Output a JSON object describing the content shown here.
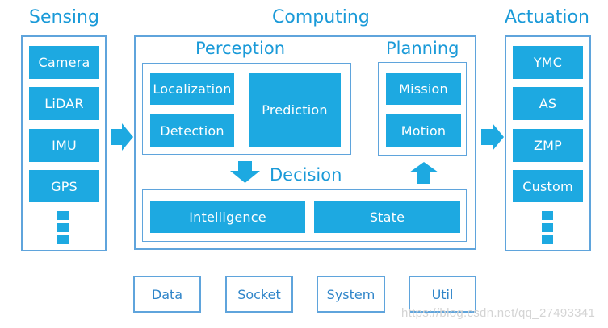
{
  "colors": {
    "block_fill": "#1da9e1",
    "frame_border": "#5fa4dc",
    "title_text": "#1a9ad8",
    "util_text": "#2f85c9",
    "watermark_text": "#d4d4d4"
  },
  "sensing": {
    "title": "Sensing",
    "items": [
      "Camera",
      "LiDAR",
      "IMU",
      "GPS"
    ],
    "more_indicator": "ellipsis-dots"
  },
  "computing": {
    "title": "Computing",
    "perception": {
      "title": "Perception",
      "items": [
        "Localization",
        "Detection",
        "Prediction"
      ]
    },
    "planning": {
      "title": "Planning",
      "items": [
        "Mission",
        "Motion"
      ]
    },
    "decision": {
      "title": "Decision",
      "items": [
        "Intelligence",
        "State"
      ]
    }
  },
  "actuation": {
    "title": "Actuation",
    "items": [
      "YMC",
      "AS",
      "ZMP",
      "Custom"
    ],
    "more_indicator": "ellipsis-dots"
  },
  "utilities": [
    "Data",
    "Socket",
    "System",
    "Util"
  ],
  "arrows": [
    {
      "from": "Sensing",
      "to": "Computing",
      "direction": "right"
    },
    {
      "from": "Perception",
      "to": "Decision",
      "direction": "down"
    },
    {
      "from": "Decision",
      "to": "Planning",
      "direction": "up"
    },
    {
      "from": "Computing",
      "to": "Actuation",
      "direction": "right"
    }
  ],
  "watermark": "https://blog.csdn.net/qq_27493341"
}
